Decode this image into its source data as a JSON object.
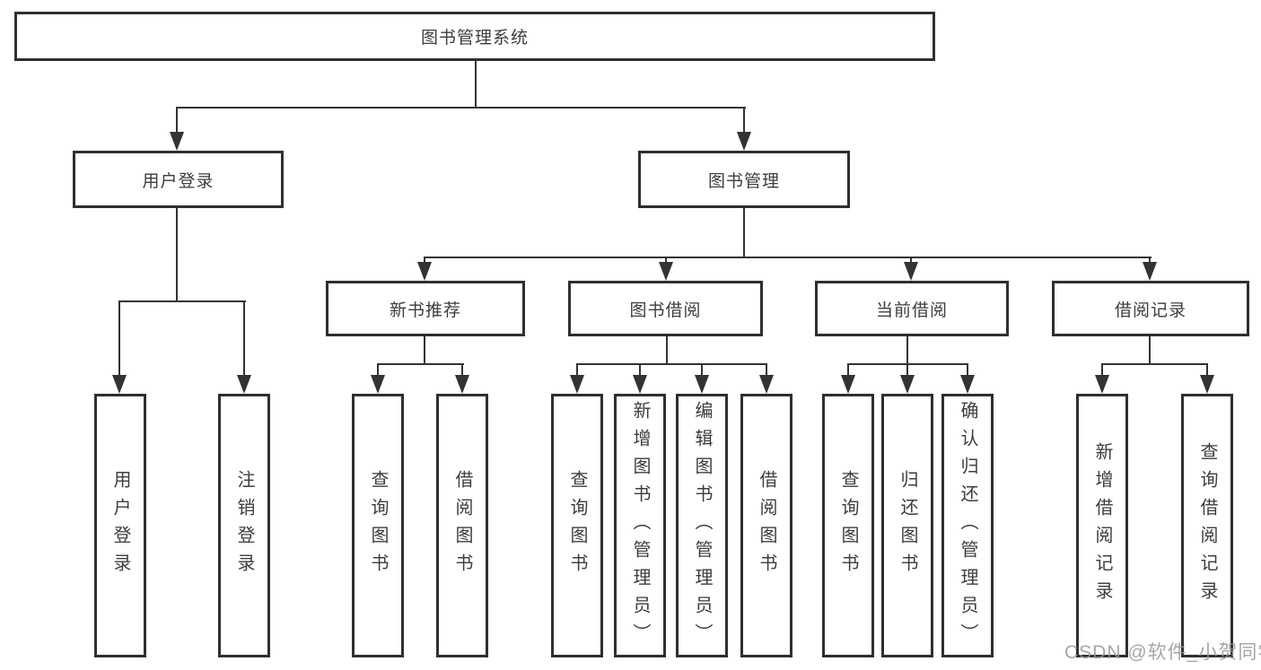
{
  "diagram": {
    "root": {
      "label": "图书管理系统"
    },
    "branches": {
      "user_login": {
        "label": "用户登录",
        "children": [
          {
            "label": "用户登录"
          },
          {
            "label": "注销登录"
          }
        ]
      },
      "book_mgmt": {
        "label": "图书管理",
        "sections": [
          {
            "label": "新书推荐",
            "children": [
              {
                "label": "查询图书"
              },
              {
                "label": "借阅图书"
              }
            ]
          },
          {
            "label": "图书借阅",
            "children": [
              {
                "label": "查询图书"
              },
              {
                "label": "新增图书（管理员）"
              },
              {
                "label": "编辑图书（管理员）"
              },
              {
                "label": "借阅图书"
              }
            ]
          },
          {
            "label": "当前借阅",
            "children": [
              {
                "label": "查询图书"
              },
              {
                "label": "归还图书"
              },
              {
                "label": "确认归还（管理员）"
              }
            ]
          },
          {
            "label": "借阅记录",
            "children": [
              {
                "label": "新增借阅记录"
              },
              {
                "label": "查询借阅记录"
              }
            ]
          }
        ]
      }
    }
  },
  "watermark": {
    "text": "CSDN @软件_小贺同学"
  },
  "colors": {
    "line": "#333333",
    "box_border": "#2f2f2f",
    "text": "#3d3d3d",
    "watermark": "#969696",
    "background": "#ffffff"
  }
}
